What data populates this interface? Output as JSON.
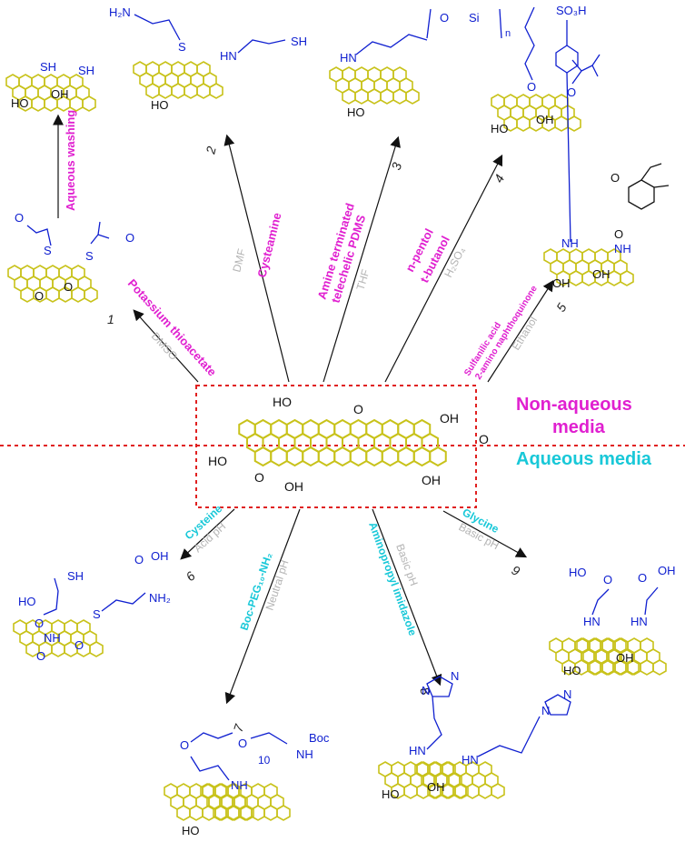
{
  "center": {
    "groups": [
      "HO",
      "O",
      "O",
      "OH",
      "HO",
      "O",
      "O",
      "OH"
    ],
    "legend_nonaqueous": "Non-aqueous\nmedia",
    "legend_aqueous": "Aqueous media"
  },
  "reactions": [
    {
      "num": "1",
      "reagent": "Potassium thioacetate",
      "solvent": "DMSO"
    },
    {
      "num": "2",
      "reagent": "Cysteamine",
      "solvent": "DMF"
    },
    {
      "num": "3",
      "reagent": "Amine terminated\ntelechelic PDMS",
      "solvent": "THF"
    },
    {
      "num": "4",
      "reagent": "n-pentol\nt-butanol",
      "solvent": "H₂SO₄"
    },
    {
      "num": "5",
      "reagent": "Sulfanilic acid\n2-amino naphthoquinone",
      "solvent": "Ethanol"
    },
    {
      "num": "6",
      "reagent": "Cysteine",
      "solvent": "Acid pH"
    },
    {
      "num": "7",
      "reagent": "Boc-PEG₁₀-NH₂",
      "solvent": "Neutral pH"
    },
    {
      "num": "8",
      "reagent": "Aminopropyl imidazole",
      "solvent": "Basic pH"
    },
    {
      "num": "9",
      "reagent": "Glycine",
      "solvent": "Basic pH"
    }
  ],
  "washing": "Aqueous washing",
  "products": {
    "p1": [
      "S",
      "S",
      "O",
      "O",
      "O",
      "O"
    ],
    "p1b": [
      "SH",
      "SH",
      "HO",
      "OH"
    ],
    "p2": [
      "H₂N",
      "S",
      "HN",
      "SH",
      "HO"
    ],
    "p3": [
      "HN",
      "O",
      "Si",
      "n",
      "HO"
    ],
    "p4": [
      "O",
      "O",
      "HO",
      "OH"
    ],
    "p5": [
      "SO₃H",
      "O",
      "O",
      "NH",
      "NH",
      "OH",
      "OH"
    ],
    "p6": [
      "SH",
      "HO",
      "O",
      "NH",
      "S",
      "O",
      "OH",
      "NH₂",
      "O",
      "O"
    ],
    "p7": [
      "O",
      "O",
      "10",
      "NH",
      "Boc",
      "NH",
      "HO"
    ],
    "p8": [
      "N",
      "N",
      "N",
      "N",
      "HN",
      "HN",
      "HO",
      "OH"
    ],
    "p9": [
      "HO",
      "O",
      "O",
      "OH",
      "HN",
      "HN",
      "HO",
      "OH"
    ]
  }
}
